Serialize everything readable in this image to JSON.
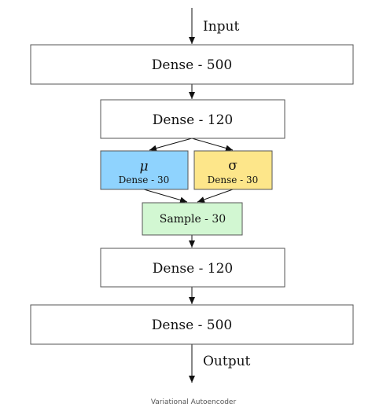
{
  "diagram": {
    "input_label": "Input",
    "output_label": "Output",
    "caption": "Variational Autoencoder",
    "nodes": {
      "dense_500_top": {
        "label": "Dense - 500",
        "fill": "#ffffff"
      },
      "dense_120_top": {
        "label": "Dense - 120",
        "fill": "#ffffff"
      },
      "mu": {
        "symbol": "μ",
        "label": "Dense - 30",
        "fill": "#8fd3fe"
      },
      "sigma": {
        "symbol": "σ",
        "label": "Dense - 30",
        "fill": "#fde68a"
      },
      "sample": {
        "label": "Sample - 30",
        "fill": "#d2f7d2"
      },
      "dense_120_bottom": {
        "label": "Dense - 120",
        "fill": "#ffffff"
      },
      "dense_500_bottom": {
        "label": "Dense - 500",
        "fill": "#ffffff"
      }
    },
    "edges": [
      [
        "input",
        "dense_500_top"
      ],
      [
        "dense_500_top",
        "dense_120_top"
      ],
      [
        "dense_120_top",
        "mu"
      ],
      [
        "dense_120_top",
        "sigma"
      ],
      [
        "mu",
        "sample"
      ],
      [
        "sigma",
        "sample"
      ],
      [
        "sample",
        "dense_120_bottom"
      ],
      [
        "dense_120_bottom",
        "dense_500_bottom"
      ],
      [
        "dense_500_bottom",
        "output"
      ]
    ]
  }
}
